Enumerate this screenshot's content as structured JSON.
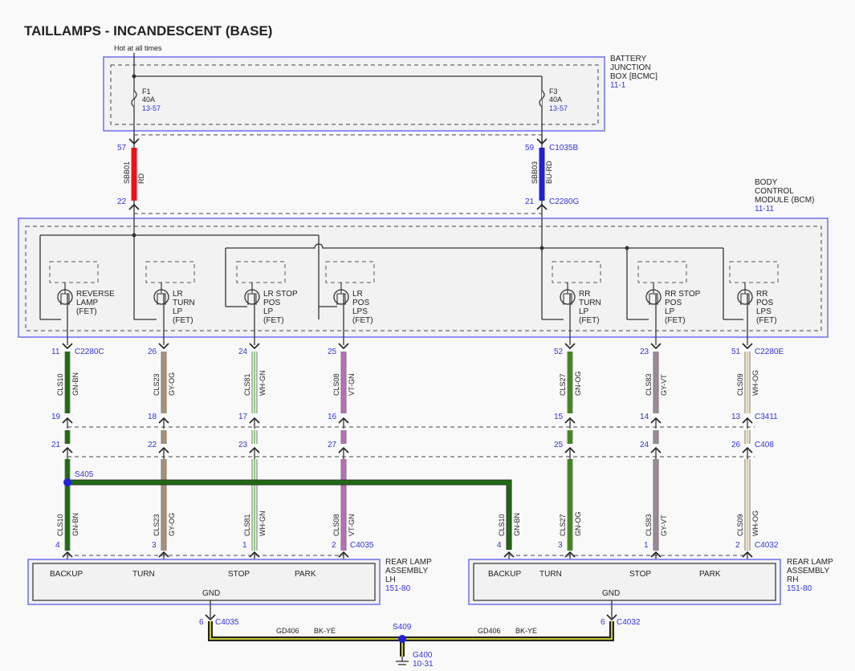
{
  "title": "TAILLAMPS - INCANDESCENT (BASE)",
  "hot_label": "Hot at all times",
  "modules": {
    "bjb": {
      "name_lines": [
        "BATTERY",
        "JUNCTION",
        "BOX [BCMC]"
      ],
      "ref": "11-1"
    },
    "bcm": {
      "name_lines": [
        "BODY",
        "CONTROL",
        "MODULE (BCM)"
      ],
      "ref": "11-11"
    },
    "lamp_lh": {
      "name_lines": [
        "REAR LAMP",
        "ASSEMBLY",
        "LH"
      ],
      "ref": "151-80",
      "pins": [
        "BACKUP",
        "TURN",
        "STOP",
        "PARK"
      ],
      "gnd": "GND"
    },
    "lamp_rh": {
      "name_lines": [
        "REAR LAMP",
        "ASSEMBLY",
        "RH"
      ],
      "ref": "151-80",
      "pins": [
        "BACKUP",
        "TURN",
        "STOP",
        "PARK"
      ],
      "gnd": "GND"
    }
  },
  "fuses": [
    {
      "name": "F1",
      "rating": "40A",
      "ref": "13-57"
    },
    {
      "name": "F3",
      "rating": "40A",
      "ref": "13-57"
    }
  ],
  "feeds": [
    {
      "circuit": "SBB01",
      "color_code": "RD",
      "color": "#e8141a",
      "pin_top": "57",
      "pin_bottom": "22",
      "conn_top": "",
      "conn_bottom": ""
    },
    {
      "circuit": "SBB03",
      "color_code": "BU-RD",
      "color": "#2222cc",
      "pin_top": "59",
      "pin_bottom": "21",
      "conn_top": "C1035B",
      "conn_bottom": "C2280G"
    }
  ],
  "drivers": [
    {
      "lines": [
        "REVERSE",
        "LAMP",
        "(FET)"
      ]
    },
    {
      "lines": [
        "LR",
        "TURN",
        "LP",
        "(FET)"
      ]
    },
    {
      "lines": [
        "LR STOP",
        "POS",
        "LP",
        "(FET)"
      ]
    },
    {
      "lines": [
        "LR",
        "POS",
        "LPS",
        "(FET)"
      ]
    },
    {
      "lines": [
        "RR",
        "TURN",
        "LP",
        "(FET)"
      ]
    },
    {
      "lines": [
        "RR STOP",
        "POS",
        "LP",
        "(FET)"
      ]
    },
    {
      "lines": [
        "RR",
        "POS",
        "LPS",
        "(FET)"
      ]
    }
  ],
  "wires": [
    {
      "circuit": "CLS10",
      "color_code": "GN-BN",
      "fill": "#1e6b10",
      "stripe": "#1e6b10",
      "pins": [
        "11",
        "19",
        "21"
      ],
      "lamp_pin": "4"
    },
    {
      "circuit": "CLS23",
      "color_code": "GY-OG",
      "fill": "#9a9a9a",
      "stripe": "#c88a2e",
      "pins": [
        "26",
        "18",
        "22"
      ],
      "lamp_pin": "3"
    },
    {
      "circuit": "CLS81",
      "color_code": "WH-GN",
      "fill": "#f2f2f2",
      "stripe": "#8fd17a",
      "pins": [
        "24",
        "17",
        "23"
      ],
      "lamp_pin": "1"
    },
    {
      "circuit": "CLS08",
      "color_code": "VT-GN",
      "fill": "#b86fb8",
      "stripe": "#b86fb8",
      "pins": [
        "25",
        "16",
        "27"
      ],
      "lamp_pin": "2"
    },
    {
      "circuit": "CLS27",
      "color_code": "GN-OG",
      "fill": "#3f8a14",
      "stripe": "#3f8a14",
      "pins": [
        "52",
        "15",
        "25"
      ],
      "lamp_pin": "3"
    },
    {
      "circuit": "CLS83",
      "color_code": "GY-VT",
      "fill": "#9a8a9a",
      "stripe": "#9a8a9a",
      "pins": [
        "23",
        "14",
        "24"
      ],
      "lamp_pin": "1"
    },
    {
      "circuit": "CLS09",
      "color_code": "WH-OG",
      "fill": "#f2f2f2",
      "stripe": "#f5c96b",
      "pins": [
        "51",
        "13",
        "26"
      ],
      "lamp_pin": "2"
    }
  ],
  "connectors": {
    "bcm_out_left": "C2280C",
    "bcm_out_right": "C2280E",
    "inline1": "C3411",
    "inline2": "C408",
    "lamp_lh": "C4035",
    "lamp_rh": "C4032"
  },
  "splices": {
    "backup": "S405",
    "ground": "S409"
  },
  "rh_backup_wire": {
    "circuit": "CLS10",
    "color_code": "GN-BN",
    "lamp_pin": "4"
  },
  "ground": {
    "circuit": "GD406",
    "color_code": "BK-YE",
    "pin_lh": "6",
    "pin_rh": "6",
    "conn_lh": "C4035",
    "conn_rh": "C4032",
    "point": "G400",
    "ref": "10-31"
  }
}
